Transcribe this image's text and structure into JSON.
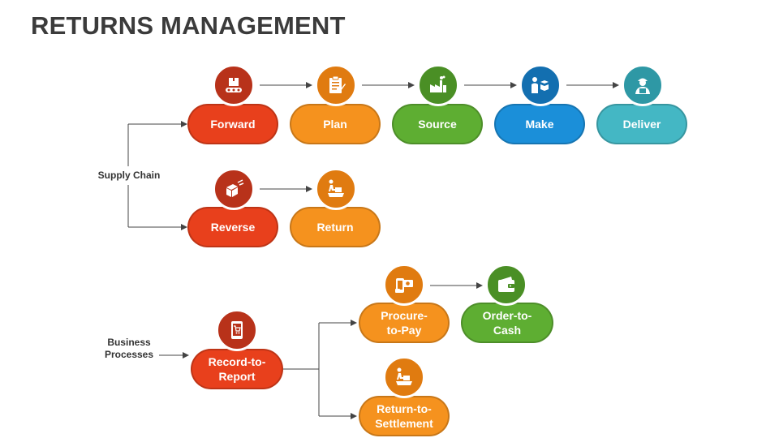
{
  "title": "RETURNS MANAGEMENT",
  "side_labels": {
    "supply_chain": "Supply Chain",
    "business_line1": "Business",
    "business_line2": "Processes"
  },
  "nodes": {
    "forward": {
      "label": "Forward",
      "color": "#e8401c",
      "icon": "conveyor-box-icon"
    },
    "plan": {
      "label": "Plan",
      "color": "#f5921e",
      "icon": "clipboard-icon"
    },
    "source": {
      "label": "Source",
      "color": "#5eae32",
      "icon": "factory-icon"
    },
    "make": {
      "label": "Make",
      "color": "#1b8fd9",
      "icon": "worker-boxes-icon"
    },
    "deliver": {
      "label": "Deliver",
      "color": "#44b7c4",
      "icon": "delivery-person-icon"
    },
    "reverse": {
      "label": "Reverse",
      "color": "#e8401c",
      "icon": "box-return-icon"
    },
    "return": {
      "label": "Return",
      "color": "#f5921e",
      "icon": "cart-return-icon"
    },
    "record_to_report": {
      "label_line1": "Record-to-",
      "label_line2": "Report",
      "color": "#e8401c",
      "icon": "shopping-cart-device-icon"
    },
    "procure_to_pay": {
      "label_line1": "Procure-",
      "label_line2": "to-Pay",
      "color": "#f5921e",
      "icon": "mobile-payment-icon"
    },
    "order_to_cash": {
      "label_line1": "Order-to-",
      "label_line2": "Cash",
      "color": "#5eae32",
      "icon": "wallet-icon"
    },
    "return_to_settlement": {
      "label_line1": "Return-to-",
      "label_line2": "Settlement",
      "color": "#f5921e",
      "icon": "cart-return-icon"
    }
  }
}
